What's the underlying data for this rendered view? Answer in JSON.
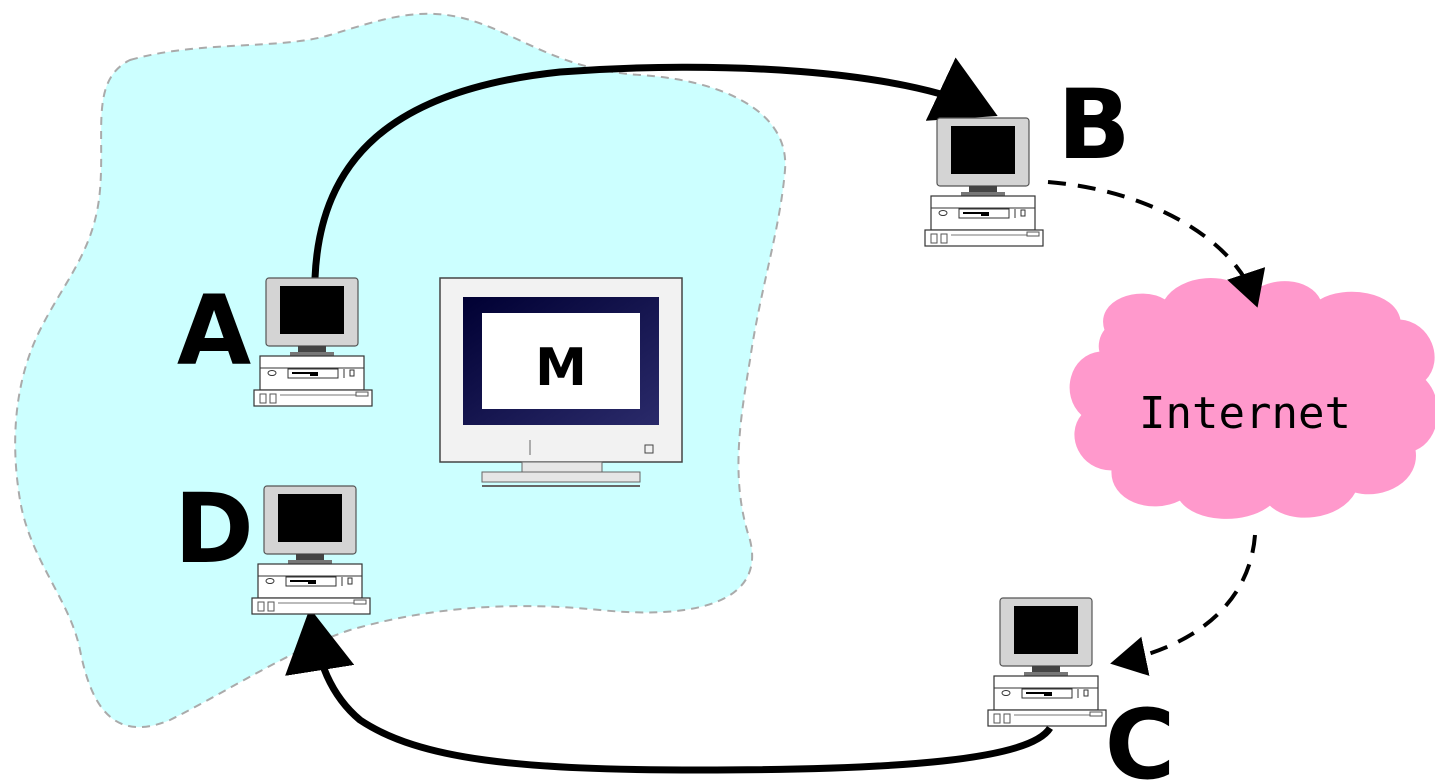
{
  "diagram": {
    "nodes": {
      "A": {
        "label": "A"
      },
      "B": {
        "label": "B"
      },
      "C": {
        "label": "C"
      },
      "D": {
        "label": "D"
      },
      "M": {
        "label": "M"
      }
    },
    "cloud": {
      "label": "Internet"
    },
    "edges": [
      {
        "from": "A",
        "to": "B",
        "style": "solid"
      },
      {
        "from": "B",
        "to": "Internet",
        "style": "dashed"
      },
      {
        "from": "Internet",
        "to": "C",
        "style": "dashed"
      },
      {
        "from": "C",
        "to": "D",
        "style": "solid"
      }
    ],
    "colors": {
      "local_network": "#ccffff",
      "internet_cloud": "#ff99cc",
      "monitor_frame": "#000033"
    }
  }
}
